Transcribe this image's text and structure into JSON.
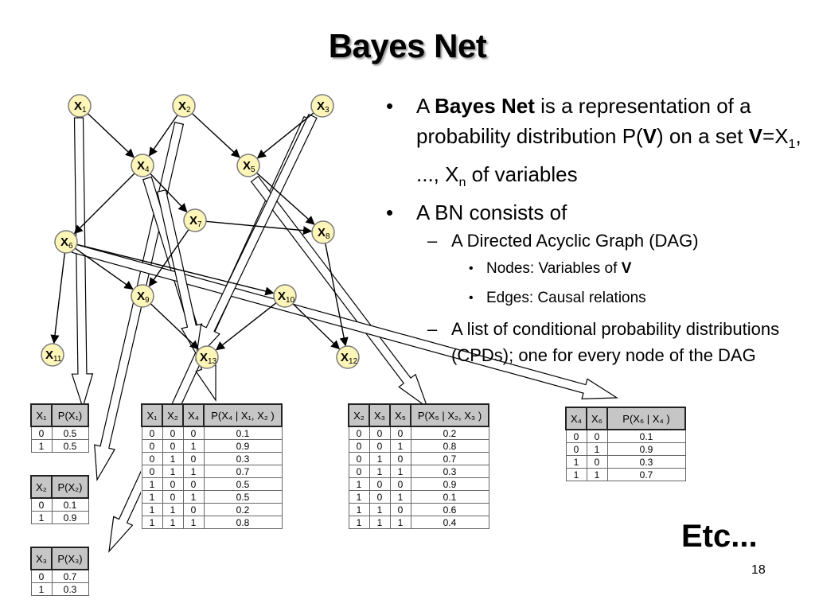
{
  "title": "Bayes Net",
  "nodes": [
    {
      "id": "x1",
      "base": "X",
      "sub": "1"
    },
    {
      "id": "x2",
      "base": "X",
      "sub": "2"
    },
    {
      "id": "x3",
      "base": "X",
      "sub": "3"
    },
    {
      "id": "x4",
      "base": "X",
      "sub": "4"
    },
    {
      "id": "x5",
      "base": "X",
      "sub": "5"
    },
    {
      "id": "x6",
      "base": "X",
      "sub": "6"
    },
    {
      "id": "x7",
      "base": "X",
      "sub": "7"
    },
    {
      "id": "x8",
      "base": "X",
      "sub": "8"
    },
    {
      "id": "x9",
      "base": "X",
      "sub": "9"
    },
    {
      "id": "x10",
      "base": "X",
      "sub": "10"
    },
    {
      "id": "x11",
      "base": "X",
      "sub": "11"
    },
    {
      "id": "x12",
      "base": "X",
      "sub": "12"
    },
    {
      "id": "x13",
      "base": "X",
      "sub": "13"
    }
  ],
  "edges": [
    [
      "x1",
      "x4"
    ],
    [
      "x2",
      "x4"
    ],
    [
      "x2",
      "x5"
    ],
    [
      "x3",
      "x5"
    ],
    [
      "x4",
      "x6"
    ],
    [
      "x4",
      "x7"
    ],
    [
      "x5",
      "x8"
    ],
    [
      "x7",
      "x8"
    ],
    [
      "x6",
      "x11"
    ],
    [
      "x6",
      "x9"
    ],
    [
      "x6",
      "x10"
    ],
    [
      "x7",
      "x9"
    ],
    [
      "x9",
      "x13"
    ],
    [
      "x10",
      "x13"
    ],
    [
      "x10",
      "x12"
    ],
    [
      "x8",
      "x12"
    ]
  ],
  "bullets": {
    "b1": {
      "pre": "A ",
      "bold": "Bayes Net",
      "post1": " is a representation of a probability distribution P(",
      "boldV": "V",
      "post2": ") on a set ",
      "boldV2": "V",
      "post3": "=X",
      "sub1": "1",
      "post4": ", ..., X",
      "subn": "n",
      "post5": " of variables"
    },
    "b2": "A BN consists of",
    "b2a": "A Directed Acyclic Graph (DAG)",
    "b3a": {
      "text": "Nodes: Variables of ",
      "bold": "V"
    },
    "b3b": "Edges: Causal relations",
    "b2b": "A list of conditional probability distributions (CPDs); one for every node of the DAG"
  },
  "tables": {
    "px1": {
      "headers": [
        "X₁",
        "P(X₁)"
      ],
      "rows": [
        [
          "0",
          "0.5"
        ],
        [
          "1",
          "0.5"
        ]
      ]
    },
    "px2": {
      "headers": [
        "X₂",
        "P(X₂)"
      ],
      "rows": [
        [
          "0",
          "0.1"
        ],
        [
          "1",
          "0.9"
        ]
      ]
    },
    "px3": {
      "headers": [
        "X₃",
        "P(X₃)"
      ],
      "rows": [
        [
          "0",
          "0.7"
        ],
        [
          "1",
          "0.3"
        ]
      ]
    },
    "px4": {
      "headers": [
        "X₁",
        "X₂",
        "X₄",
        "P(X₄ | X₁, X₂ )"
      ],
      "rows": [
        [
          "0",
          "0",
          "0",
          "0.1"
        ],
        [
          "0",
          "0",
          "1",
          "0.9"
        ],
        [
          "0",
          "1",
          "0",
          "0.3"
        ],
        [
          "0",
          "1",
          "1",
          "0.7"
        ],
        [
          "1",
          "0",
          "0",
          "0.5"
        ],
        [
          "1",
          "0",
          "1",
          "0.5"
        ],
        [
          "1",
          "1",
          "0",
          "0.2"
        ],
        [
          "1",
          "1",
          "1",
          "0.8"
        ]
      ]
    },
    "px5": {
      "headers": [
        "X₂",
        "X₃",
        "X₅",
        "P(X₅ | X₂, X₃ )"
      ],
      "rows": [
        [
          "0",
          "0",
          "0",
          "0.2"
        ],
        [
          "0",
          "0",
          "1",
          "0.8"
        ],
        [
          "0",
          "1",
          "0",
          "0.7"
        ],
        [
          "0",
          "1",
          "1",
          "0.3"
        ],
        [
          "1",
          "0",
          "0",
          "0.9"
        ],
        [
          "1",
          "0",
          "1",
          "0.1"
        ],
        [
          "1",
          "1",
          "0",
          "0.6"
        ],
        [
          "1",
          "1",
          "1",
          "0.4"
        ]
      ]
    },
    "px6": {
      "headers": [
        "X₄",
        "X₆",
        "P(X₆ | X₄ )"
      ],
      "rows": [
        [
          "0",
          "0",
          "0.1"
        ],
        [
          "0",
          "1",
          "0.9"
        ],
        [
          "1",
          "0",
          "0.3"
        ],
        [
          "1",
          "1",
          "0.7"
        ]
      ]
    }
  },
  "etc": "Etc...",
  "page_number": "18"
}
